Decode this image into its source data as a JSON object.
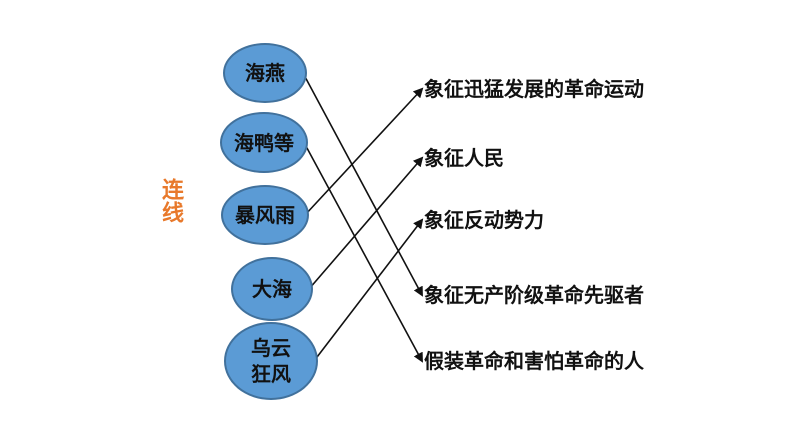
{
  "side_title": "连线",
  "colors": {
    "title": "#e8792b",
    "node_fill": "#5b9bd5",
    "node_border": "#41719c",
    "text": "#111111",
    "arrow": "#111111"
  },
  "left_nodes": [
    {
      "id": "L1",
      "lines": [
        "海燕"
      ]
    },
    {
      "id": "L2",
      "lines": [
        "海鸭等"
      ]
    },
    {
      "id": "L3",
      "lines": [
        "暴风雨"
      ]
    },
    {
      "id": "L4",
      "lines": [
        "大海"
      ]
    },
    {
      "id": "L5",
      "lines": [
        "乌云",
        "狂风"
      ]
    }
  ],
  "right_labels": [
    {
      "id": "R1",
      "text": "象征迅猛发展的革命运动"
    },
    {
      "id": "R2",
      "text": "象征人民"
    },
    {
      "id": "R3",
      "text": "象征反动势力"
    },
    {
      "id": "R4",
      "text": "象征无产阶级革命先驱者"
    },
    {
      "id": "R5",
      "text": "假装革命和害怕革命的人"
    }
  ],
  "connections": [
    {
      "from": "L1",
      "to": "R4"
    },
    {
      "from": "L2",
      "to": "R5"
    },
    {
      "from": "L3",
      "to": "R1"
    },
    {
      "from": "L4",
      "to": "R2"
    },
    {
      "from": "L5",
      "to": "R3"
    }
  ]
}
